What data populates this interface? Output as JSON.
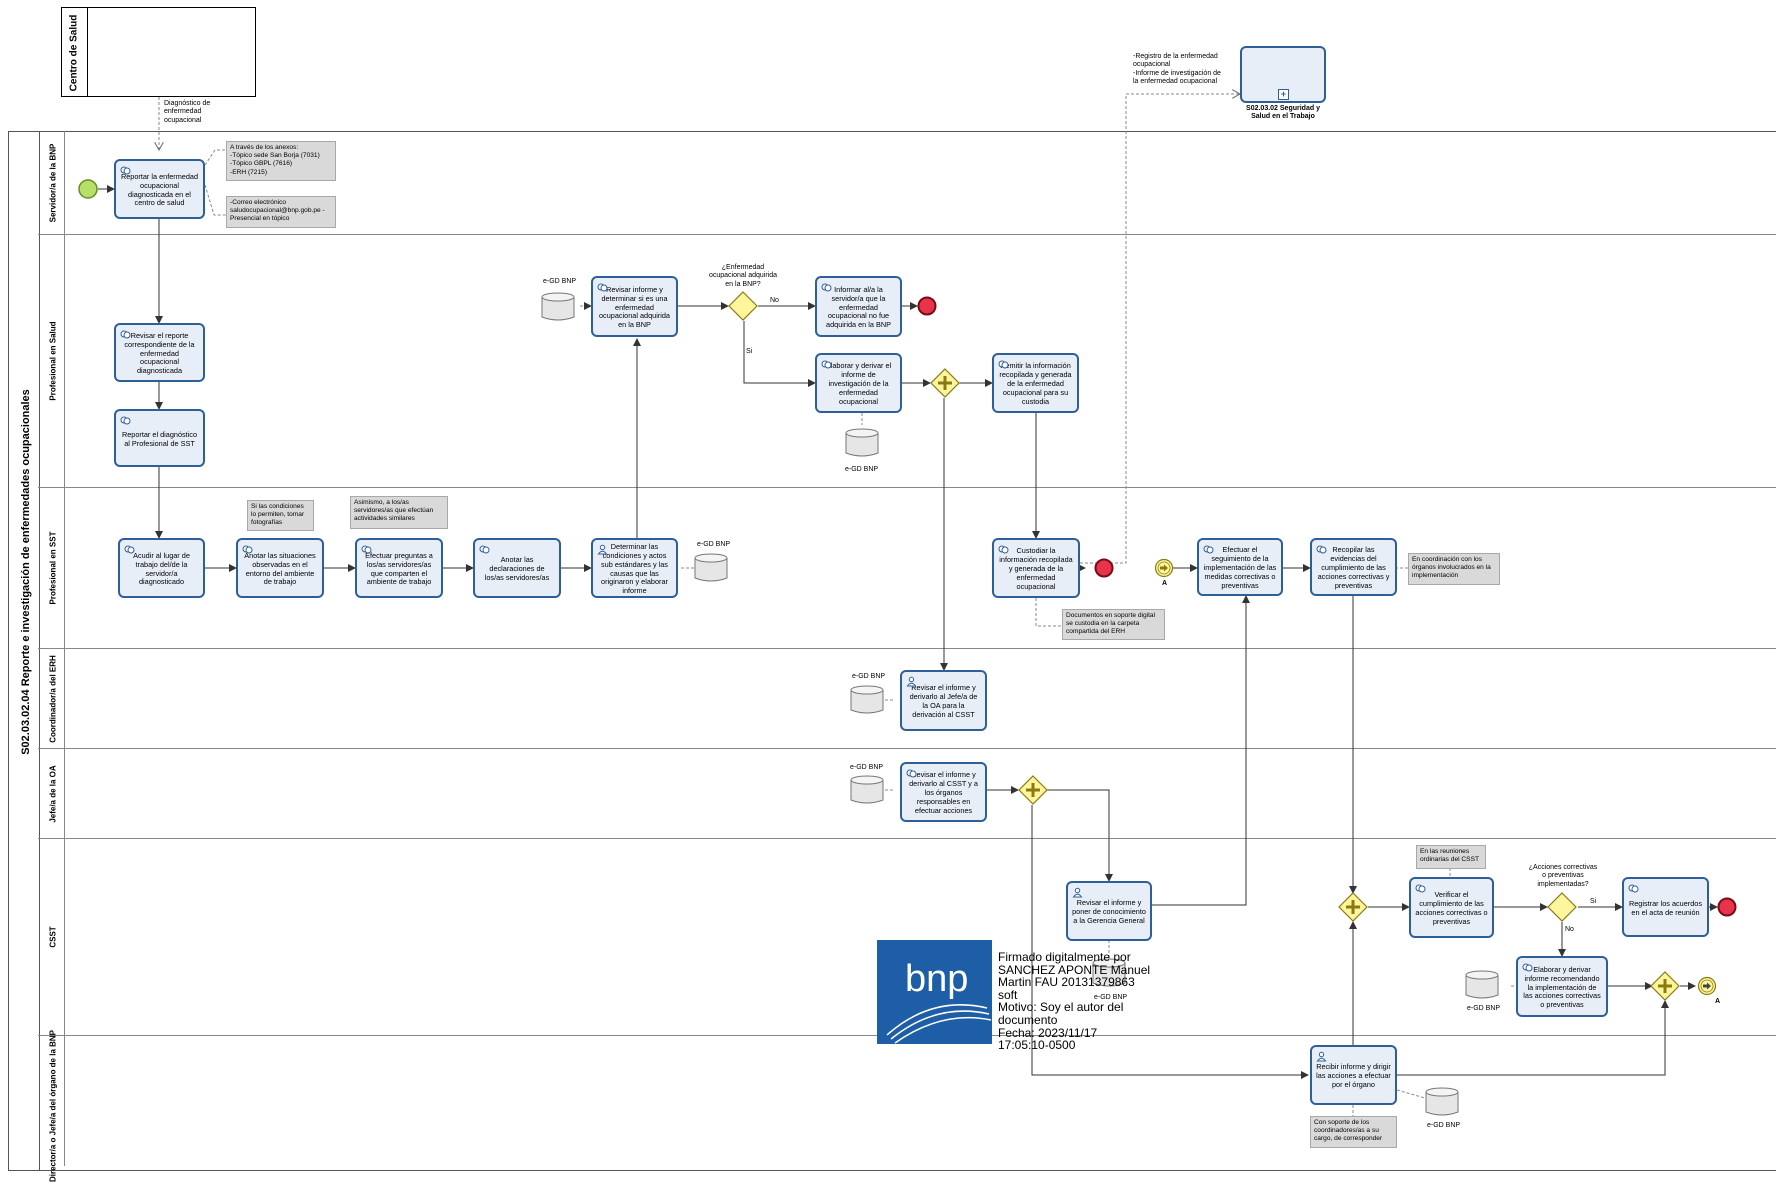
{
  "diagram": {
    "pool_title": "S02.03.02.04 Reporte e investigación de enfermedades ocupacionales",
    "external_pool": "Centro de Salud",
    "lanes": [
      "Servidor/a de la BNP",
      "Profesional en Salud",
      "Profesional en SST",
      "Coordinador/a del ERH",
      "Jefe/a de la OA",
      "CSST",
      "Director/a o Jefe/a del órgano de la BNP"
    ],
    "tasks": {
      "t1": "Reportar la enfermedad ocupacional diagnosticada en el centro de salud",
      "t2": "Revisar el reporte correspondiente de la enfermedad ocupacional diagnosticada",
      "t3": "Reportar el diagnóstico al Profesional de SST",
      "t4": "Revisar informe y determinar si es una enfermedad ocupacional adquirida en la BNP",
      "t5": "Informar al/a la servidor/a que la enfermedad ocupacional no fue adquirida en la BNP",
      "t6": "Elaborar y derivar el informe de investigación de la enfermedad ocupacional",
      "t7": "Remitir la información recopilada y generada de la enfermedad ocupacional para su custodia",
      "t8": "Acudir al lugar de trabajo del/de la servidor/a diagnosticado",
      "t9": "Anotar las situaciones observadas en el entorno del ambiente de trabajo",
      "t10": "Efectuar preguntas  a los/as servidores/as que comparten el ambiente de trabajo",
      "t11": "Anotar las declaraciones de los/as servidores/as",
      "t12": "Determinar las condiciones y actos sub estándares y las causas que las originaron y elaborar informe",
      "t13": "Custodiar la información recopilada y generada de la enfermedad ocupacional",
      "t14": "Efectuar el seguimiento de la implementación de las medidas correctivas o preventivas",
      "t15": "Recopilar las evidencias del cumplimiento de las acciones correctivas y preventivas",
      "t16": "Revisar el informe y derivarlo al Jefe/a de la OA para la derivación al CSST",
      "t17": "Revisar el informe y derivarlo al CSST y a los órganos responsables en efectuar acciones",
      "t18": "Revisar el informe y poner de conocimiento a la Gerencia General",
      "t19": "Verificar el cumplimiento de las acciones correctivas o preventivas",
      "t20": "Registrar los acuerdos en el acta de reunión",
      "t21": "Elaborar y derivar informe  recomendando la implementación de las acciones correctivas o preventivas",
      "t22": "Recibir informe y dirigir las acciones a efectuar por el órgano"
    },
    "subprocess": "S02.03.02 Seguridad y Salud en el Trabajo",
    "notes": {
      "n1": "A través de los anexos:\n-Tópico sede San Borja (7031)\n-Tópico GBPL (7616)\n-ERH (7215)",
      "n2": "-Correo electrónico saludocupacional@bnp.gob.pe\n-Presencial en tópico",
      "n3": "Si las condiciones lo permiten, tomar fotografías",
      "n4": "Asimismo, a los/as servidores/as que efectúan actividades similares",
      "n5": "Documentos en soporte digital se custodia en la carpeta compartida del ERH",
      "n6": "En coordinación con los órganos involucrados en la implementación",
      "n7": "En las reuniones ordinarias del CSST",
      "n8": "Con soporte de los coordinadores/as a su cargo, de corresponder"
    },
    "labels": {
      "msg_diag": "Diagnóstico de\nenfermedad\nocupacional",
      "registro": "-Registro de la enfermedad\nocupacional\n-Informe de investigación de\nla enfermedad ocupacional",
      "gw1": "¿Enfermedad\nocupacional adquirida\nen la BNP?",
      "gw1_no": "No",
      "gw1_si": "Si",
      "gw2": "¿Acciones correctivas\no preventivas\nimplementadas?",
      "gw2_si": "Si",
      "gw2_no": "No",
      "link_a": "A",
      "egd": "e-GD BNP"
    },
    "signature": {
      "logo": "bnp",
      "text": "Firmado digitalmente por\nSANCHEZ APONTE Manuel\nMartin FAU 20131379863\nsoft\nMotivo: Soy el autor del\ndocumento\nFecha: 2023/11/17\n17:05:10-0500"
    },
    "colors": {
      "task_border": "#2f5f97",
      "task_fill": "#e8eef8",
      "start_fill": "#b7e06b",
      "end_fill": "#e8344a",
      "gateway_fill": "#fff59d",
      "note_fill": "#d9d9d9",
      "logo_blue": "#1d5ea6"
    }
  }
}
